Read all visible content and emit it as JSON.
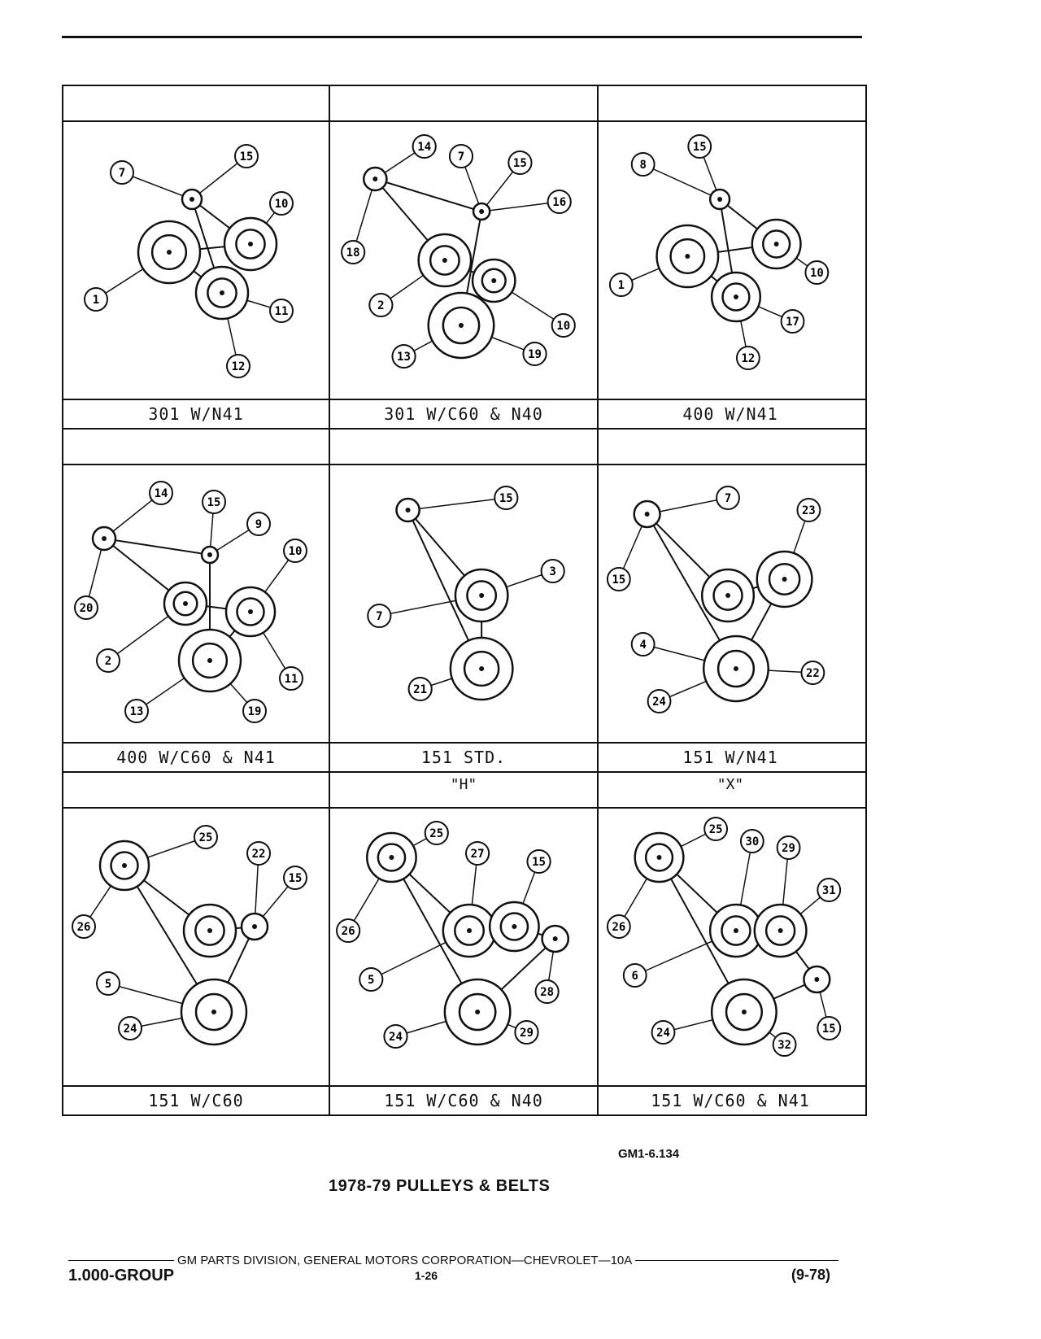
{
  "rows": [
    {
      "headers": [
        "",
        "",
        ""
      ],
      "captions": [
        "301 W/N41",
        "301 W/C60 & N40",
        "400 W/N41"
      ],
      "callouts": [
        [
          "7",
          "15",
          "10",
          "1",
          "11",
          "12"
        ],
        [
          "14",
          "7",
          "15",
          "16",
          "18",
          "2",
          "10",
          "13",
          "19"
        ],
        [
          "15",
          "8",
          "1",
          "10",
          "17",
          "12"
        ]
      ]
    },
    {
      "headers": [
        "",
        "",
        ""
      ],
      "captions": [
        "400 W/C60 & N41",
        "151 STD.",
        "151 W/N41"
      ],
      "callouts": [
        [
          "14",
          "15",
          "9",
          "10",
          "20",
          "2",
          "11",
          "13",
          "19"
        ],
        [
          "15",
          "3",
          "7",
          "21"
        ],
        [
          "7",
          "23",
          "15",
          "4",
          "22",
          "24"
        ]
      ]
    },
    {
      "headers": [
        "",
        "\"H\"",
        "\"X\""
      ],
      "captions": [
        "151 W/C60",
        "151 W/C60 & N40",
        "151 W/C60 & N41"
      ],
      "callouts": [
        [
          "25",
          "22",
          "15",
          "26",
          "5",
          "24"
        ],
        [
          "25",
          "27",
          "15",
          "26",
          "5",
          "28",
          "24",
          "29"
        ],
        [
          "25",
          "30",
          "29",
          "31",
          "26",
          "6",
          "24",
          "15",
          "32"
        ]
      ]
    }
  ],
  "figure_code": "GM1-6.134",
  "title": "1978-79 PULLEYS & BELTS",
  "footer": {
    "division_text": "GM PARTS DIVISION, GENERAL MOTORS CORPORATION—CHEVROLET—10A",
    "group": "1.000-GROUP",
    "page": "1-26",
    "revision": "(9-78)"
  }
}
